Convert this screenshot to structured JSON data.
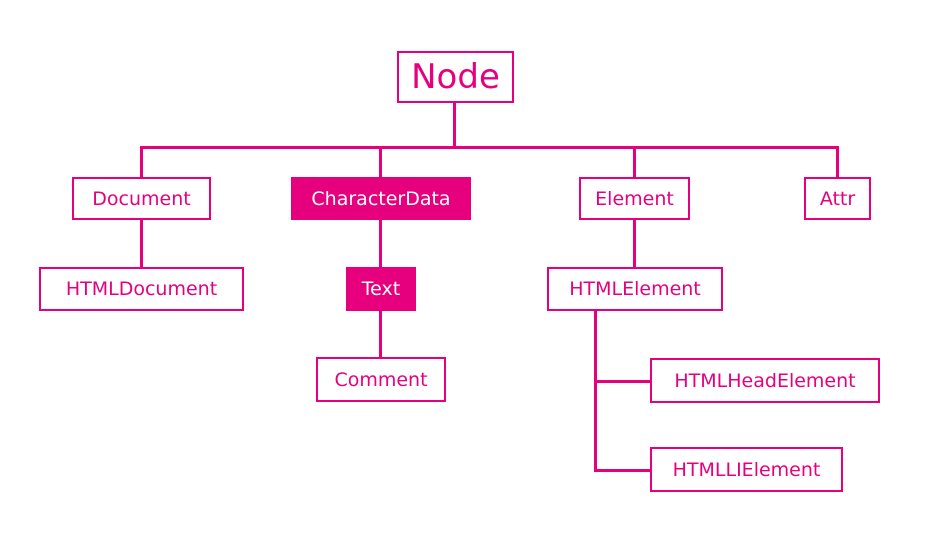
{
  "colors": {
    "accent": "#e6007e",
    "filled_text": "#ffffff",
    "background": "#ffffff"
  },
  "diagram": {
    "nodes": {
      "node": "Node",
      "document": "Document",
      "character_data": "CharacterData",
      "element": "Element",
      "attr": "Attr",
      "html_document": "HTMLDocument",
      "text": "Text",
      "html_element": "HTMLElement",
      "comment": "Comment",
      "html_head_element": "HTMLHeadElement",
      "html_li_element": "HTMLLIElement"
    },
    "highlighted": [
      "character_data",
      "text"
    ]
  }
}
